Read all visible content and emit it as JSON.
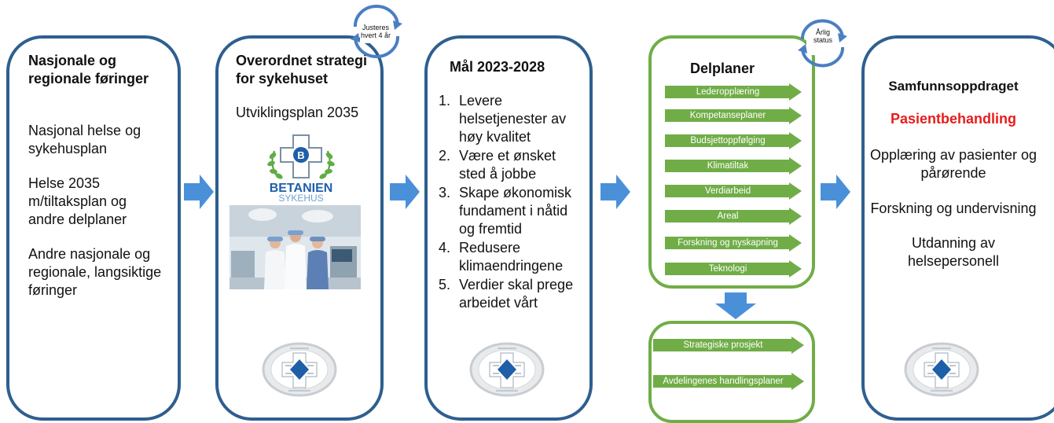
{
  "col1": {
    "title_line1": "Nasjonale og",
    "title_line2": "regionale føringer",
    "p1_line1": "Nasjonal helse og",
    "p1_line2": "sykehusplan",
    "p2_line1": "Helse 2035",
    "p2_line2": "m/tiltaksplan og",
    "p2_line3": "andre delplaner",
    "p3_line1": "Andre nasjonale og",
    "p3_line2": "regionale, langsiktige",
    "p3_line3": "føringer"
  },
  "col2": {
    "title_line1": "Overordnet strategi",
    "title_line2": "for sykehuset",
    "subtitle": "Utviklingsplan 2035",
    "logo_word1": "BETANIEN",
    "logo_word2": "SYKEHUS",
    "logo_letter": "B",
    "cycle_line1": "Justeres",
    "cycle_line2": "hvert 4 år"
  },
  "col3": {
    "title": "Mål 2023-2028",
    "items": [
      {
        "num": "1.",
        "text": "Levere helsetjenester av høy kvalitet"
      },
      {
        "num": "2.",
        "text": "Være et ønsket sted å jobbe"
      },
      {
        "num": "3.",
        "text": "Skape økonomisk fundament i nåtid og fremtid"
      },
      {
        "num": "4.",
        "text": "Redusere klimaendringene"
      },
      {
        "num": "5.",
        "text": "Verdier skal prege arbeidet vårt"
      }
    ]
  },
  "col4": {
    "title": "Delplaner",
    "cycle_line1": "Årlig",
    "cycle_line2": "status",
    "plans": [
      "Lederopplæring",
      "Kompetanseplaner",
      "Budsjettoppfølging",
      "Klimatiltak",
      "Verdiarbeid",
      "Areal",
      "Forskning og nyskapning",
      "Teknologi"
    ],
    "lower": [
      "Strategiske prosjekt",
      "Avdelingenes handlingsplaner"
    ]
  },
  "col5": {
    "title": "Samfunnsoppdraget",
    "highlight": "Pasientbehandling",
    "p1_line1": "Opplæring av pasienter og",
    "p1_line2": "pårørende",
    "p2": "Forskning og undervisning",
    "p3_line1": "Utdanning av",
    "p3_line2": "helsepersonell"
  },
  "colors": {
    "box_border": "#2e5f8f",
    "arrow_blue": "#4a90d9",
    "green": "#70ad47",
    "highlight_red": "#e81c1c"
  }
}
